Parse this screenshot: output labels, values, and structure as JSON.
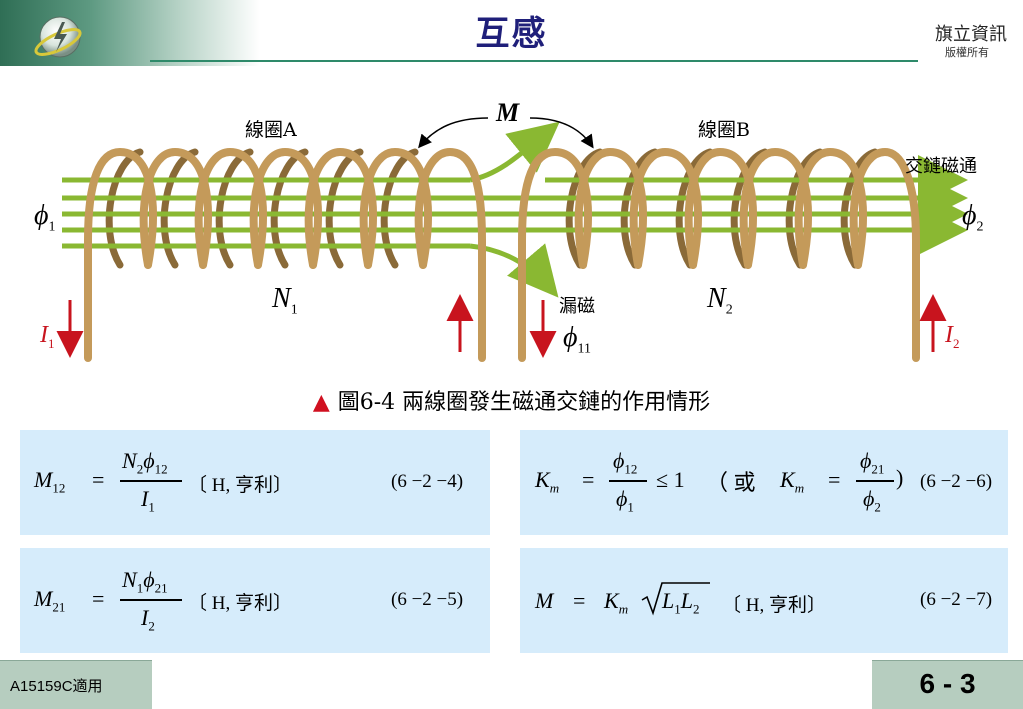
{
  "header": {
    "title": "互感",
    "publisher": "旗立資訊",
    "copyright": "版權所有"
  },
  "diagram": {
    "label_coil_a": "線圈A",
    "label_coil_b": "線圈B",
    "label_mutual": "M",
    "label_linkage_flux": "交鏈磁通",
    "label_leakage_flux": "漏磁",
    "phi1_base": "ϕ",
    "phi1_sub": "1",
    "phi2_base": "ϕ",
    "phi2_sub": "2",
    "phi11_base": "ϕ",
    "phi11_sub": "11",
    "n1_base": "N",
    "n1_sub": "1",
    "n2_base": "N",
    "n2_sub": "2",
    "i1_base": "I",
    "i1_sub": "1",
    "i2_base": "I",
    "i2_sub": "2",
    "colors": {
      "coil": "#c49a5a",
      "flux": "#8ab832",
      "current": "#c8141e",
      "box": "#d6ecfb"
    }
  },
  "caption": {
    "marker": "▲",
    "text": "圖6-4  兩線圈發生磁通交鏈的作用情形"
  },
  "formulas": {
    "f1": {
      "lhs": "M",
      "lhs_sub": "12",
      "eq": "=",
      "num_n": "N",
      "num_n_sub": "2",
      "num_phi": "ϕ",
      "num_phi_sub": "12",
      "den": "I",
      "den_sub": "1",
      "unit": "〔 H, 亨利〕",
      "number": "(6 −2 −4)"
    },
    "f2": {
      "lhs": "M",
      "lhs_sub": "21",
      "eq": "=",
      "num_n": "N",
      "num_n_sub": "1",
      "num_phi": "ϕ",
      "num_phi_sub": "21",
      "den": "I",
      "den_sub": "2",
      "unit": "〔 H, 亨利〕",
      "number": "(6 −2 −5)"
    },
    "f3": {
      "lhs": "K",
      "lhs_sub": "m",
      "eq": "=",
      "num1": "ϕ",
      "num1_sub": "12",
      "den1": "ϕ",
      "den1_sub": "1",
      "leq": "≤ 1",
      "or": "（ 或",
      "lhs2": "K",
      "lhs2_sub": "m",
      "eq2": "=",
      "num2": "ϕ",
      "num2_sub": "21",
      "den2": "ϕ",
      "den2_sub": "2",
      "close": ")",
      "number": "(6 −2 −6)"
    },
    "f4": {
      "lhs": "M",
      "eq": "=",
      "k": "K",
      "k_sub": "m",
      "l1": "L",
      "l1_sub": "1",
      "l2": "L",
      "l2_sub": "2",
      "unit": "〔 H, 亨利〕",
      "number": "(6 −2 −7)"
    }
  },
  "footer": {
    "course_code": "A15159C適用",
    "page": "6 - 3"
  }
}
